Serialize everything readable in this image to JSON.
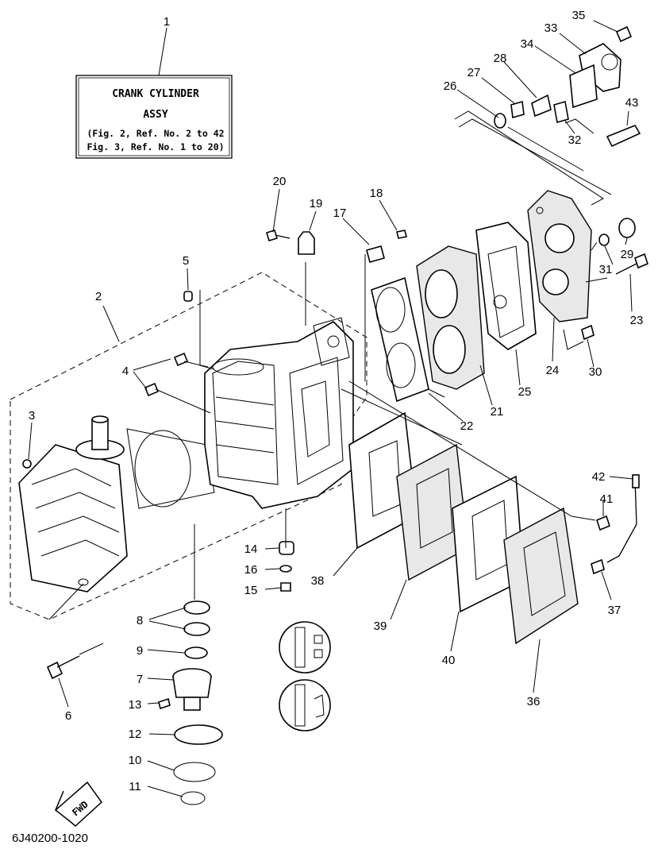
{
  "assembly_box": {
    "title": "CRANK CYLINDER",
    "subtitle": "ASSY",
    "ref_line1": "(Fig. 2, Ref. No. 2 to 42",
    "ref_line2": "Fig. 3, Ref. No. 1 to 20)"
  },
  "fwd_label": "FWD",
  "diagram_code": "6J40200-1020",
  "callouts": {
    "c1": "1",
    "c2": "2",
    "c3": "3",
    "c4": "4",
    "c5": "5",
    "c6": "6",
    "c7": "7",
    "c8": "8",
    "c9": "9",
    "c10": "10",
    "c11": "11",
    "c12": "12",
    "c13": "13",
    "c14": "14",
    "c15": "15",
    "c16": "16",
    "c17": "17",
    "c18": "18",
    "c19": "19",
    "c20": "20",
    "c21": "21",
    "c22": "22",
    "c23": "23",
    "c24": "24",
    "c25": "25",
    "c26": "26",
    "c27": "27",
    "c28": "28",
    "c29": "29",
    "c30": "30",
    "c31": "31",
    "c32": "32",
    "c33": "33",
    "c34": "34",
    "c35": "35",
    "c36": "36",
    "c37": "37",
    "c38": "38",
    "c39": "39",
    "c40": "40",
    "c41": "41",
    "c42": "42",
    "c43": "43"
  }
}
